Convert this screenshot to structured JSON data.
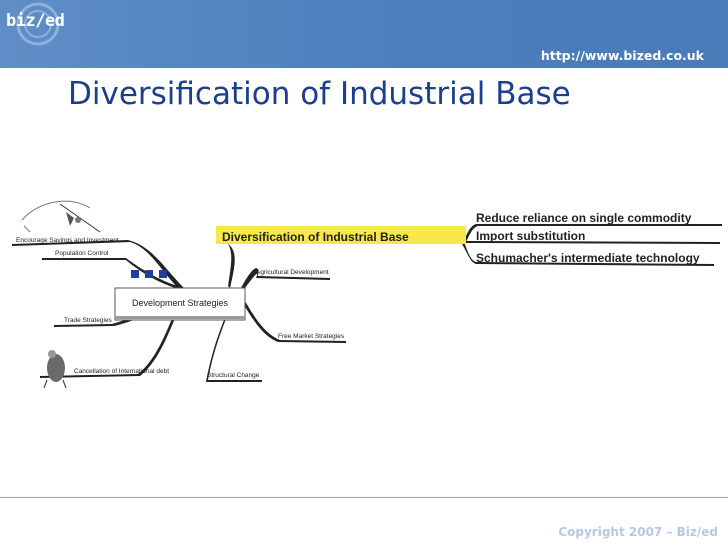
{
  "header": {
    "logo_text": "biz/ed",
    "url": "http://www.bized.co.uk"
  },
  "slide": {
    "title": "Diversification of Industrial Base"
  },
  "mindmap": {
    "center": "Development Strategies",
    "left_branches": [
      "Encourage Savings and Investment",
      "Population Control",
      "Trade Strategies",
      "Cancellation of International debt"
    ],
    "right_branches": [
      "Agricultural Development",
      "Free Market Strategies",
      "Structural Change"
    ],
    "focus_branch": {
      "label": "Diversification of Industrial Base",
      "items": [
        "Reduce reliance on single commodity",
        "Import substitution",
        "Schumacher's intermediate technology"
      ]
    }
  },
  "footer": {
    "copyright": "Copyright 2007 – Biz/ed"
  },
  "colors": {
    "banner": "#4d7fbd",
    "title": "#1c3f8c",
    "highlight": "#f7e84a",
    "branch_line": "#1a1a1a"
  }
}
